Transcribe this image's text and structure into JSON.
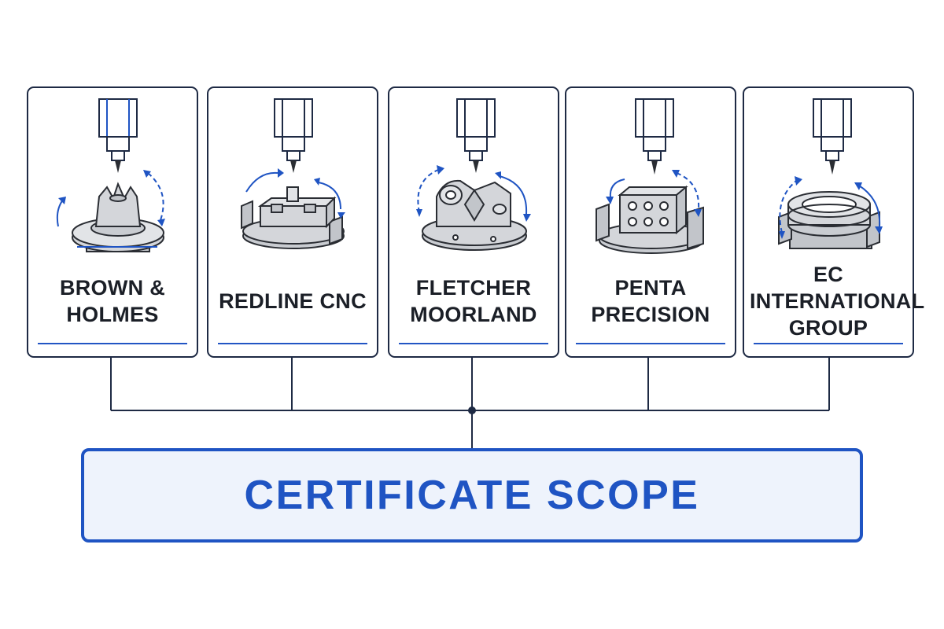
{
  "cards": [
    {
      "name_lines": [
        "BROWN &",
        "HOLMES"
      ],
      "machine_icon": "rotary-turbine-machining-icon"
    },
    {
      "name_lines": [
        "REDLINE CNC"
      ],
      "machine_icon": "fixture-block-machining-icon"
    },
    {
      "name_lines": [
        "FLETCHER",
        "MOORLAND"
      ],
      "machine_icon": "bracket-part-machining-icon"
    },
    {
      "name_lines": [
        "PENTA",
        "PRECISION"
      ],
      "machine_icon": "drilled-cube-machining-icon"
    },
    {
      "name_lines": [
        "EC INTERNATIONAL",
        "GROUP"
      ],
      "machine_icon": "ring-part-machining-icon"
    }
  ],
  "scope": {
    "title": "CERTIFICATE SCOPE"
  },
  "colors": {
    "accent": "#1f54c3",
    "line": "#1e2a44",
    "part_fill": "#d4d6da",
    "part_stroke": "#2a2d33"
  }
}
